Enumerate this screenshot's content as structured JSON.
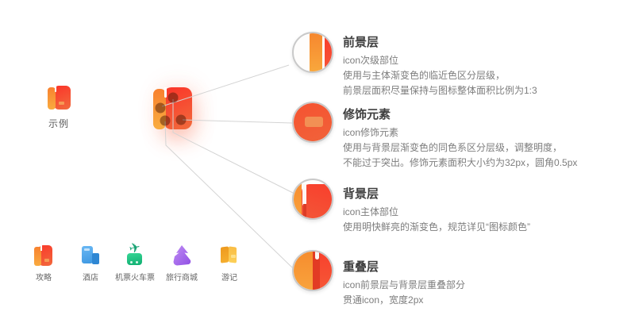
{
  "example": {
    "label": "示例"
  },
  "detail_sections": [
    {
      "title": "前景层",
      "lines": [
        "icon次级部位",
        "使用与主体渐变色的临近色区分层级，",
        "前景层面积尽量保持与图标整体面积比例为1:3"
      ]
    },
    {
      "title": "修饰元素",
      "lines": [
        "icon修饰元素",
        "使用与背景层渐变色的同色系区分层级，调整明度，",
        "不能过于突出。修饰元素面积大小约为32px，圆角0.5px"
      ]
    },
    {
      "title": "背景层",
      "lines": [
        "icon主体部位",
        "使用明快鲜亮的渐变色，规范详见“图标颜色”"
      ]
    },
    {
      "title": "重叠层",
      "lines": [
        "icon前景层与背景层重叠部分",
        "贯通icon，宽度2px"
      ]
    }
  ],
  "app_icons": [
    {
      "label": "攻略"
    },
    {
      "label": "酒店"
    },
    {
      "label": "机票火车票"
    },
    {
      "label": "旅行商城"
    },
    {
      "label": "游记"
    }
  ],
  "icons": {
    "plane_glyph": "✈"
  },
  "colors": {
    "background_red": "#fa392b",
    "foreground_orange": "#f9a43c",
    "decor_orange": "#f29054",
    "overlap_dark_red": "#e23b24",
    "connector_line": "#d4d4d4",
    "lens_border": "#c9c9c9",
    "title_text": "#3f3f3f",
    "body_text": "#7d7d7d"
  }
}
